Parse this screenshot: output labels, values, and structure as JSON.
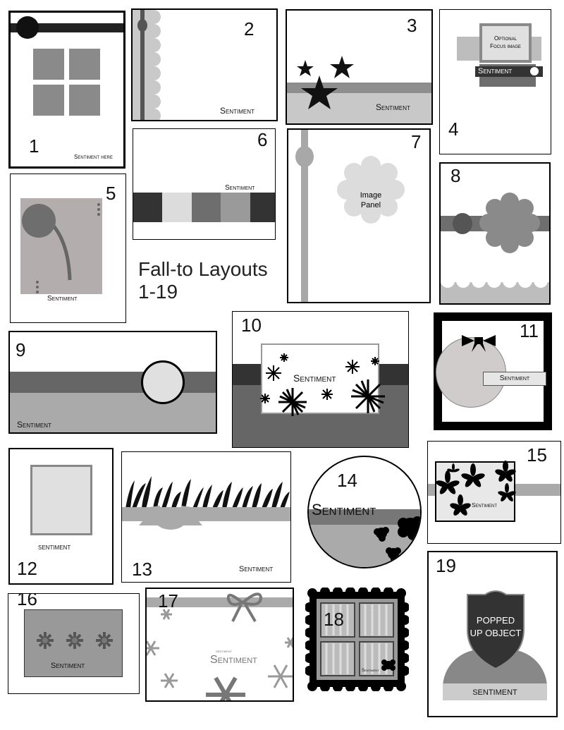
{
  "page": {
    "title_line1": "Fall-to Layouts",
    "title_line2": "1-19"
  },
  "cards": {
    "c1": {
      "num": "1",
      "sentiment": "Sentiment here"
    },
    "c2": {
      "num": "2",
      "sentiment": "Sentiment"
    },
    "c3": {
      "num": "3",
      "sentiment": "Sentiment"
    },
    "c4": {
      "num": "4",
      "focus_line1": "Optional",
      "focus_line2": "Focus image",
      "sentiment": "Sentiment"
    },
    "c5": {
      "num": "5",
      "sentiment": "Sentiment"
    },
    "c6": {
      "num": "6",
      "sentiment": "Sentiment"
    },
    "c7": {
      "num": "7",
      "panel_line1": "Image",
      "panel_line2": "Panel"
    },
    "c8": {
      "num": "8"
    },
    "c9": {
      "num": "9",
      "sentiment": "Sentiment"
    },
    "c10": {
      "num": "10",
      "sentiment": "Sentiment"
    },
    "c11": {
      "num": "11",
      "sentiment": "Sentiment"
    },
    "c12": {
      "num": "12",
      "sentiment": "sentiment"
    },
    "c13": {
      "num": "13",
      "sentiment": "Sentiment"
    },
    "c14": {
      "num": "14",
      "sentiment": "Sentiment"
    },
    "c15": {
      "num": "15",
      "sentiment": "Sentiment"
    },
    "c16": {
      "num": "16",
      "sentiment": "Sentiment"
    },
    "c17": {
      "num": "17",
      "small": "sentiment",
      "sentiment": "Sentiment"
    },
    "c18": {
      "num": "18",
      "sentiment": "Sentiment"
    },
    "c19": {
      "num": "19",
      "popped_line1": "POPPED",
      "popped_line2": "UP OBJECT",
      "sentiment": "sentiment"
    }
  }
}
